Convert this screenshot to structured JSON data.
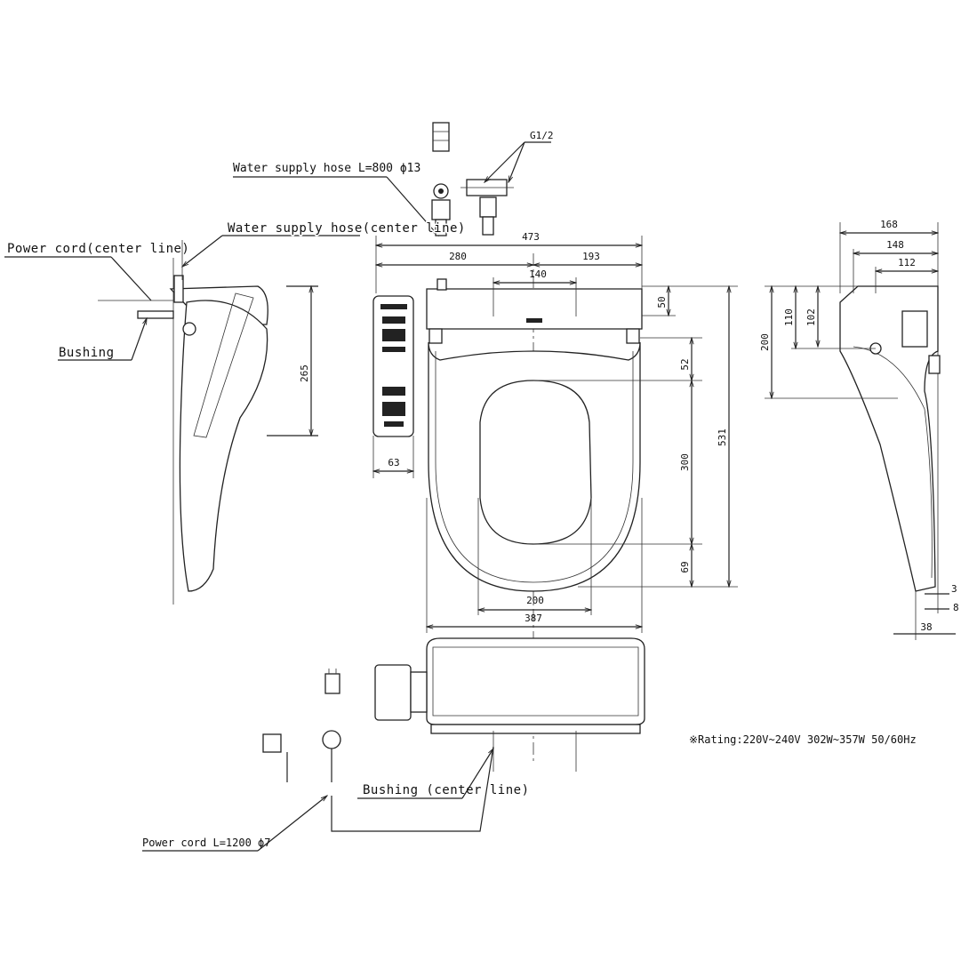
{
  "labels": {
    "water_hose_length": "Water supply hose L=800 ϕ13",
    "thread": "G1/2",
    "water_hose_center": "Water supply hose(center line)",
    "power_cord_center": "Power cord(center line)",
    "bushing": "Bushing",
    "bushing_center": "Bushing (center line)",
    "power_cord_length": "Power cord L=1200 ϕ7",
    "rating": "※Rating:220V~240V 302W~357W  50/60Hz"
  },
  "dimensions": {
    "top_view": {
      "total_width": "473",
      "left_offset": "280",
      "right_offset": "193",
      "hinge_spacing": "140",
      "hinge_depth": "50",
      "front_to_opening": "52",
      "opening_length": "300",
      "total_length": "531",
      "opening_to_front": "69",
      "opening_width": "200",
      "seat_width": "387",
      "remote_width": "63"
    },
    "left_view": {
      "height": "265"
    },
    "right_view": {
      "depth_168": "168",
      "depth_148": "148",
      "depth_112": "112",
      "height_200": "200",
      "height_110": "110",
      "height_102": "102",
      "gap_3": "3",
      "gap_8": "8",
      "base_38": "38"
    }
  }
}
